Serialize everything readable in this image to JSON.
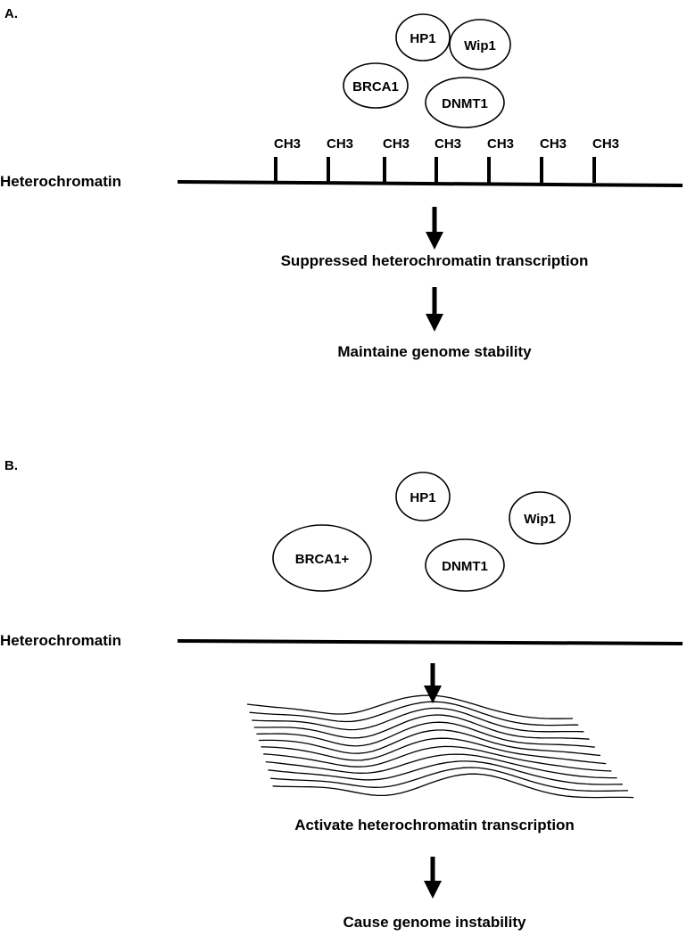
{
  "panel_a": {
    "label": "A.",
    "proteins": {
      "hp1": "HP1",
      "wip1": "Wip1",
      "brca1": "BRCA1",
      "dnmt1": "DNMT1"
    },
    "methyl_marks": [
      "CH3",
      "CH3",
      "CH3",
      "CH3",
      "CH3",
      "CH3",
      "CH3"
    ],
    "chromatin_label": "Heterochromatin",
    "steps": [
      "Suppressed heterochromatin transcription",
      "Maintaine genome stability"
    ]
  },
  "panel_b": {
    "label": "B.",
    "proteins": {
      "hp1": "HP1",
      "wip1": "Wip1",
      "brca1": "BRCA1+",
      "dnmt1": "DNMT1"
    },
    "chromatin_label": "Heterochromatin",
    "steps": [
      "Activate heterochromatin transcription",
      "Cause genome instability"
    ]
  }
}
